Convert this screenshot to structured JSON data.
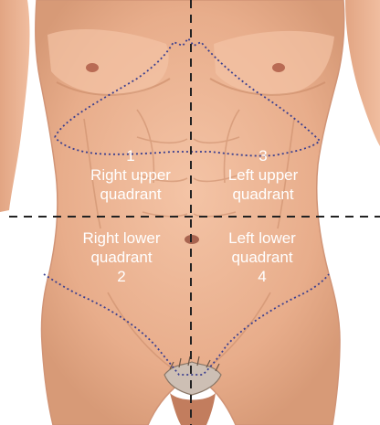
{
  "quadrants": {
    "ruq": {
      "number": "1",
      "line1": "Right upper",
      "line2": "quadrant"
    },
    "luq": {
      "number": "3",
      "line1": "Left upper",
      "line2": "quadrant"
    },
    "rlq": {
      "line1": "Right lower",
      "line2": "quadrant",
      "number": "2"
    },
    "llq": {
      "line1": "Left lower",
      "line2": "quadrant",
      "number": "4"
    }
  },
  "colors": {
    "skin": "#e9b08f",
    "skin_shadow": "#c98a68",
    "skin_highlight": "#f4c7aa",
    "dotted_outline": "#3b3f8f",
    "dashed_divider": "#222222",
    "label_text": "#ffffff",
    "background": "#ffffff"
  }
}
